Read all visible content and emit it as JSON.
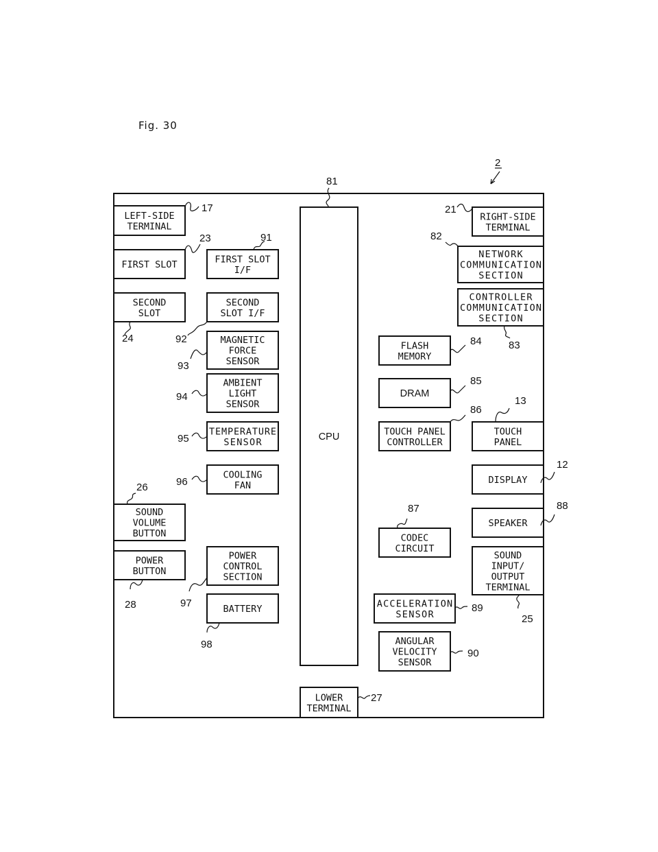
{
  "figure": {
    "title": "Fig. 30",
    "device_ref": "2"
  },
  "blocks": {
    "cpu": {
      "label": [
        "CPU"
      ],
      "ref": "81"
    },
    "left_side_terminal": {
      "label": [
        "LEFT-SIDE",
        "TERMINAL"
      ],
      "ref": "17"
    },
    "first_slot": {
      "label": [
        "FIRST SLOT"
      ],
      "ref": "23"
    },
    "first_slot_if": {
      "label": [
        "FIRST SLOT",
        "I/F"
      ],
      "ref": "91"
    },
    "second_slot": {
      "label": [
        "SECOND",
        "SLOT"
      ],
      "ref": "24"
    },
    "second_slot_if": {
      "label": [
        "SECOND",
        "SLOT I/F"
      ],
      "ref": "92"
    },
    "magnetic_force_sensor": {
      "label": [
        "MAGNETIC",
        "FORCE",
        "SENSOR"
      ],
      "ref": "93"
    },
    "ambient_light_sensor": {
      "label": [
        "AMBIENT",
        "LIGHT",
        "SENSOR"
      ],
      "ref": "94"
    },
    "temperature_sensor": {
      "label": [
        "TEMPERATURE",
        "SENSOR"
      ],
      "ref": "95"
    },
    "cooling_fan": {
      "label": [
        "COOLING",
        "FAN"
      ],
      "ref": "96"
    },
    "sound_volume_button": {
      "label": [
        "SOUND",
        "VOLUME",
        "BUTTON"
      ],
      "ref": "26"
    },
    "power_button": {
      "label": [
        "POWER",
        "BUTTON"
      ],
      "ref": "28"
    },
    "power_control_section": {
      "label": [
        "POWER",
        "CONTROL",
        "SECTION"
      ],
      "ref": "97"
    },
    "battery": {
      "label": [
        "BATTERY"
      ],
      "ref": "98"
    },
    "lower_terminal": {
      "label": [
        "LOWER",
        "TERMINAL"
      ],
      "ref": "27"
    },
    "right_side_terminal": {
      "label": [
        "RIGHT-SIDE",
        "TERMINAL"
      ],
      "ref": "21"
    },
    "network_communication_section": {
      "label": [
        "NETWORK",
        "COMMUNICATION",
        "SECTION"
      ],
      "ref": "82"
    },
    "controller_communication_section": {
      "label": [
        "CONTROLLER",
        "COMMUNICATION",
        "SECTION"
      ],
      "ref": "83"
    },
    "flash_memory": {
      "label": [
        "FLASH",
        "MEMORY"
      ],
      "ref": "84"
    },
    "dram": {
      "label": [
        "DRAM"
      ],
      "ref": "85"
    },
    "touch_panel_controller": {
      "label": [
        "TOUCH PANEL",
        "CONTROLLER"
      ],
      "ref": "86"
    },
    "touch_panel": {
      "label": [
        "TOUCH",
        "PANEL"
      ],
      "ref": "13"
    },
    "display": {
      "label": [
        "DISPLAY"
      ],
      "ref": "12"
    },
    "codec_circuit": {
      "label": [
        "CODEC",
        "CIRCUIT"
      ],
      "ref": "87"
    },
    "speaker": {
      "label": [
        "SPEAKER"
      ],
      "ref": "88"
    },
    "sound_io_terminal": {
      "label": [
        "SOUND",
        "INPUT/",
        "OUTPUT",
        "TERMINAL"
      ],
      "ref": "25"
    },
    "acceleration_sensor": {
      "label": [
        "ACCELERATION",
        "SENSOR"
      ],
      "ref": "89"
    },
    "angular_velocity_sensor": {
      "label": [
        "ANGULAR",
        "VELOCITY",
        "SENSOR"
      ],
      "ref": "90"
    }
  },
  "connections": [
    [
      "left_side_terminal",
      "cpu"
    ],
    [
      "first_slot",
      "first_slot_if"
    ],
    [
      "first_slot_if",
      "cpu"
    ],
    [
      "second_slot",
      "second_slot_if"
    ],
    [
      "second_slot_if",
      "cpu"
    ],
    [
      "magnetic_force_sensor",
      "cpu"
    ],
    [
      "ambient_light_sensor",
      "cpu"
    ],
    [
      "temperature_sensor",
      "cpu"
    ],
    [
      "cooling_fan",
      "cpu"
    ],
    [
      "sound_volume_button",
      "cpu"
    ],
    [
      "power_button",
      "power_control_section"
    ],
    [
      "power_control_section",
      "cpu"
    ],
    [
      "power_control_section",
      "battery"
    ],
    [
      "battery",
      "lower_terminal"
    ],
    [
      "lower_terminal",
      "cpu"
    ],
    [
      "right_side_terminal",
      "cpu"
    ],
    [
      "network_communication_section",
      "cpu"
    ],
    [
      "controller_communication_section",
      "cpu"
    ],
    [
      "flash_memory",
      "cpu"
    ],
    [
      "dram",
      "cpu"
    ],
    [
      "touch_panel_controller",
      "cpu"
    ],
    [
      "touch_panel_controller",
      "touch_panel"
    ],
    [
      "display",
      "cpu"
    ],
    [
      "codec_circuit",
      "cpu"
    ],
    [
      "codec_circuit",
      "speaker"
    ],
    [
      "codec_circuit",
      "sound_io_terminal"
    ],
    [
      "acceleration_sensor",
      "cpu"
    ],
    [
      "angular_velocity_sensor",
      "cpu"
    ]
  ]
}
